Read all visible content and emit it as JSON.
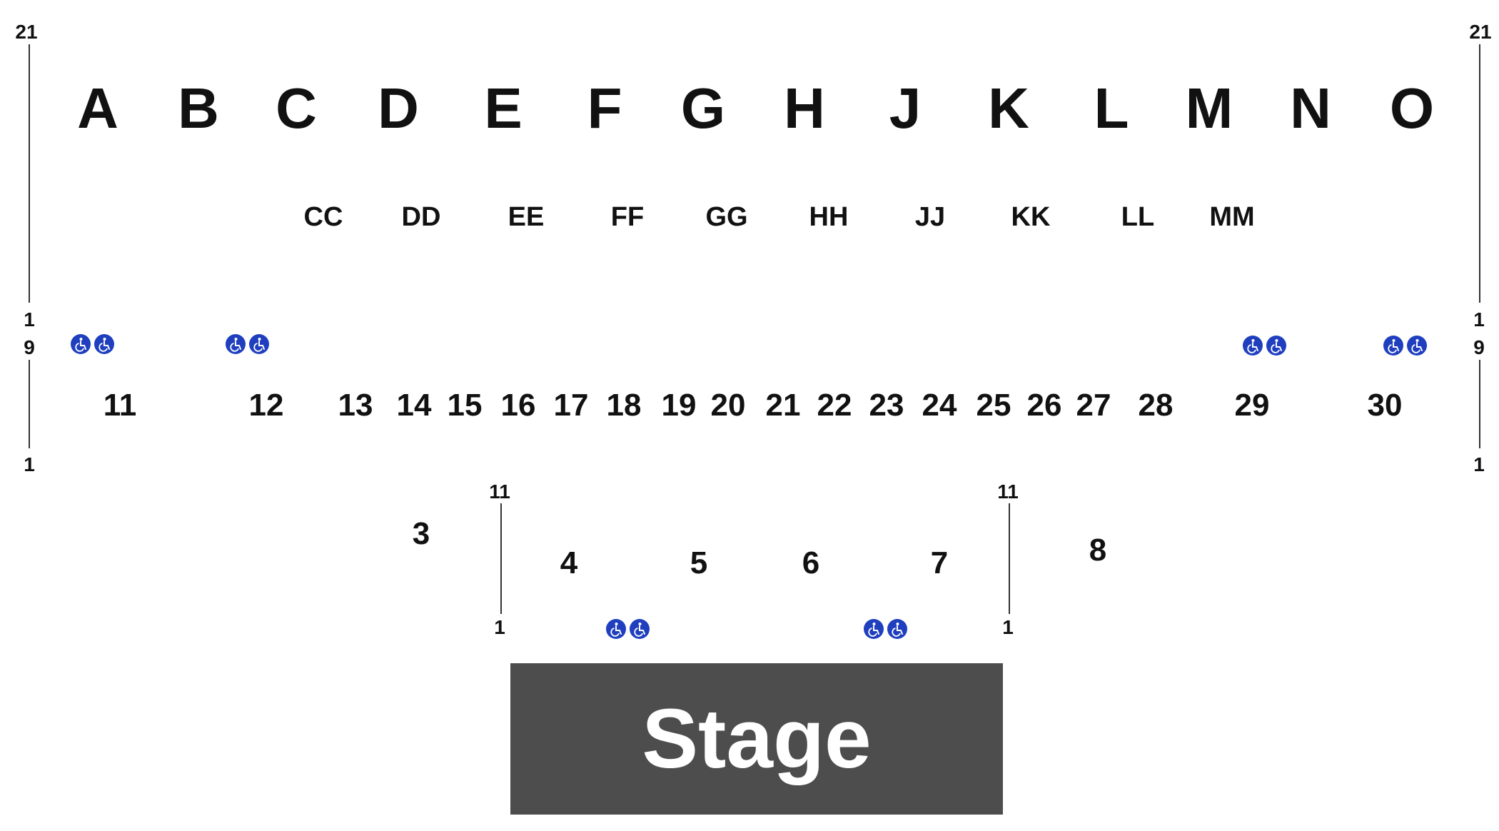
{
  "upper_sections": [
    "A",
    "B",
    "C",
    "D",
    "E",
    "F",
    "G",
    "H",
    "J",
    "K",
    "L",
    "M",
    "N",
    "O"
  ],
  "box_sections": [
    "CC",
    "DD",
    "EE",
    "FF",
    "GG",
    "HH",
    "JJ",
    "KK",
    "LL",
    "MM"
  ],
  "floor_sections": [
    "11",
    "12",
    "13",
    "14",
    "15",
    "16",
    "17",
    "18",
    "19",
    "20",
    "21",
    "22",
    "23",
    "24",
    "25",
    "26",
    "27",
    "28",
    "29",
    "30"
  ],
  "lower_sections": [
    "3",
    "4",
    "5",
    "6",
    "7",
    "8"
  ],
  "row_labels": {
    "upper_top": "21",
    "upper_bottom": "1",
    "floor_top": "9",
    "floor_bottom": "1",
    "pit_top": "11",
    "pit_bottom": "1"
  },
  "stage_label": "Stage",
  "wheelchair_icon": "wheelchair-accessible-icon",
  "colors": {
    "wheelchair": "#1f3fbf",
    "stage": "#4d4d4d",
    "stage_text": "#ffffff"
  }
}
